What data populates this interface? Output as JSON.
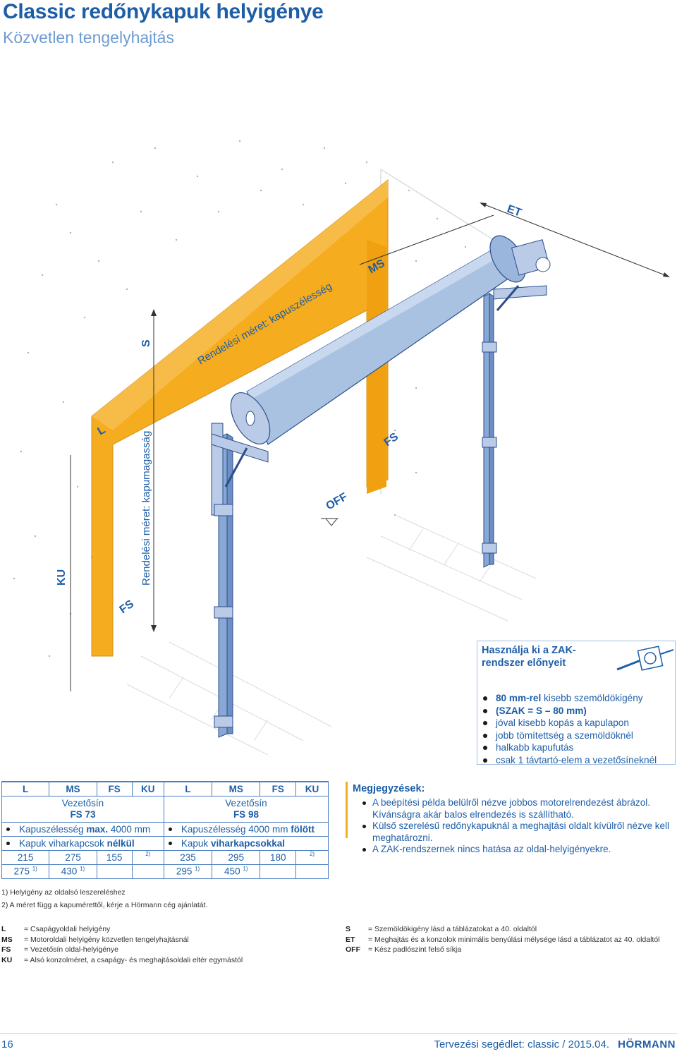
{
  "header": {
    "title": "Classic redőnykapuk helyigénye",
    "subtitle": "Közvetlen tengelyhajtás"
  },
  "illustration": {
    "labels": {
      "et": "ET",
      "ms": "MS",
      "s": "S",
      "order_width": "Rendelési méret: kapuszélesség",
      "l": "L",
      "order_height": "Rendelési méret: kapumagasság",
      "ku": "KU",
      "fs_left": "FS",
      "fs_right": "FS",
      "off": "OFF"
    },
    "colors": {
      "frame": "#f5ac1e",
      "drum": "#a9c2e2",
      "rail": "#6e8fc4",
      "wall_dots": "#aab2bd",
      "brick": "#d7dbe2"
    }
  },
  "zak": {
    "title_line1": "Használja ki a ZAK-",
    "title_line2": "rendszer előnyeit",
    "icon": "zak-bracket-icon",
    "items": [
      {
        "bold": "80 mm-rel",
        "text": " kisebb szemöldökigény"
      },
      {
        "bold": "(SZAK = S – 80 mm)",
        "text": ""
      },
      {
        "bold": "",
        "text": "jóval kisebb kopás a kapulapon"
      },
      {
        "bold": "",
        "text": "jobb tömítettség a szemöldöknél"
      },
      {
        "bold": "",
        "text": "halkabb kapufutás"
      },
      {
        "bold": "",
        "text": "csak 1 távtartó-elem a vezetősíneknél"
      }
    ]
  },
  "table": {
    "headers": [
      "L",
      "MS",
      "FS",
      "KU",
      "L",
      "MS",
      "FS",
      "KU"
    ],
    "left": {
      "rail_label": "Vezetősín",
      "rail_value": "FS 73",
      "cond1_pre": "Kapuszélesség ",
      "cond1_bold": "max.",
      "cond1_post": " 4000 mm",
      "cond2_pre": "Kapuk viharkapcsok ",
      "cond2_bold": "nélkül",
      "row1": [
        "215",
        "275",
        "155",
        "2)"
      ],
      "row2": [
        "275",
        "430"
      ],
      "row2_sup": [
        "1)",
        "1)"
      ]
    },
    "right": {
      "rail_label": "Vezetősín",
      "rail_value": "FS 98",
      "cond1_pre": "Kapuszélesség 4000 mm ",
      "cond1_bold": "fölött",
      "cond2_pre": "Kapuk ",
      "cond2_bold": "viharkapcsokkal",
      "row1": [
        "235",
        "295",
        "180",
        "2)"
      ],
      "row2": [
        "295",
        "450"
      ],
      "row2_sup": [
        "1)",
        "1)"
      ]
    }
  },
  "notes": {
    "title": "Megjegyzések:",
    "items": [
      "A beépítési példa belülről nézve jobbos motorelrendezést ábrázol. Kívánságra akár balos elrendezés is szállítható.",
      "Külső szerelésű redőnykapuknál a meghajtási oldalt kívülről nézve kell meghatározni.",
      "A ZAK-rendszernek nincs hatása az oldal-helyigényekre."
    ]
  },
  "footnotes": [
    "1)   Helyigény az oldalsó leszereléshez",
    "2)   A méret függ a kapumérettől, kérje a Hörmann cég ajánlatát."
  ],
  "legend_left": [
    {
      "k": "L",
      "v": "= Csapágyoldali helyigény"
    },
    {
      "k": "MS",
      "v": "= Motoroldali helyigény közvetlen tengelyhajtásnál"
    },
    {
      "k": "FS",
      "v": "= Vezetősín oldal-helyigénye"
    },
    {
      "k": "KU",
      "v": "= Alsó konzolméret, a csapágy- és meghajtásoldali eltér egymástól"
    }
  ],
  "legend_right": [
    {
      "k": "S",
      "v": "= Szemöldökigény lásd a táblázatokat a 40. oldaltól"
    },
    {
      "k": "ET",
      "v": "= Meghajtás és a konzolok minimális benyúlási mélysége lásd a táblázatot az 40. oldaltól"
    },
    {
      "k": "OFF",
      "v": "= Kész padlószint felső síkja"
    }
  ],
  "footer": {
    "page": "16",
    "text": "Tervezési segédlet: classic / 2015.04.",
    "brand": "HÖRMANN"
  }
}
